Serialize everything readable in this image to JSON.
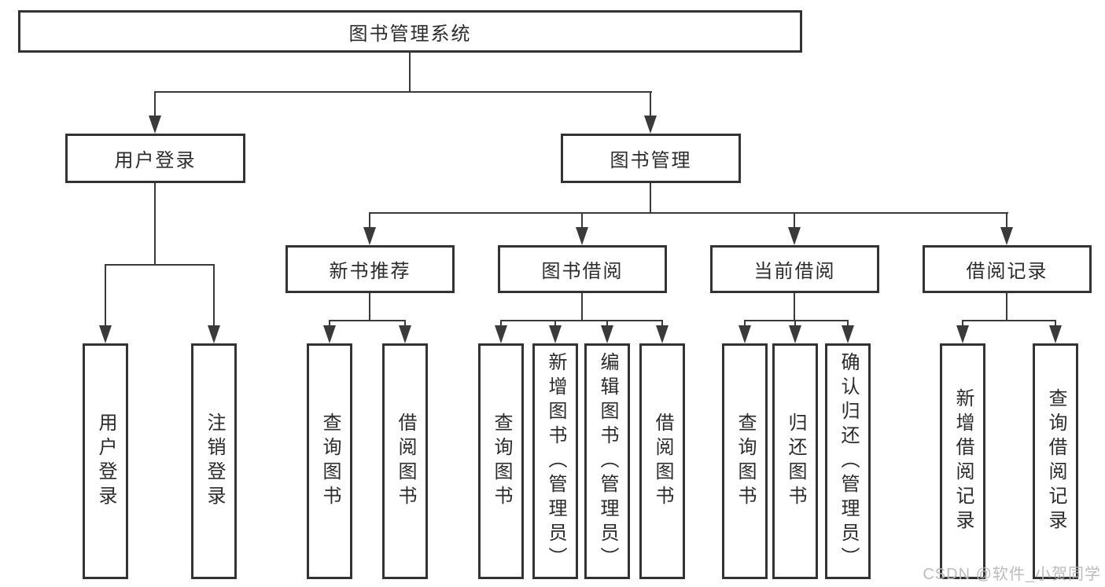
{
  "root": {
    "label": "图书管理系统"
  },
  "level2": [
    {
      "id": "user-login",
      "label": "用户登录"
    },
    {
      "id": "book-management",
      "label": "图书管理"
    }
  ],
  "level3": [
    {
      "id": "new-book-recommend",
      "label": "新书推荐",
      "parent": "book-management"
    },
    {
      "id": "book-borrow",
      "label": "图书借阅",
      "parent": "book-management"
    },
    {
      "id": "current-borrow",
      "label": "当前借阅",
      "parent": "book-management"
    },
    {
      "id": "borrow-records",
      "label": "借阅记录",
      "parent": "book-management"
    }
  ],
  "leaves": [
    {
      "parent": "user-login",
      "label": "用户登录"
    },
    {
      "parent": "user-login",
      "label": "注销登录"
    },
    {
      "parent": "new-book-recommend",
      "label": "查询图书"
    },
    {
      "parent": "new-book-recommend",
      "label": "借阅图书"
    },
    {
      "parent": "book-borrow",
      "label": "查询图书"
    },
    {
      "parent": "book-borrow",
      "label": "新增图书（管理员）"
    },
    {
      "parent": "book-borrow",
      "label": "编辑图书（管理员）"
    },
    {
      "parent": "book-borrow",
      "label": "借阅图书"
    },
    {
      "parent": "current-borrow",
      "label": "查询图书"
    },
    {
      "parent": "current-borrow",
      "label": "归还图书"
    },
    {
      "parent": "current-borrow",
      "label": "确认归还（管理员）"
    },
    {
      "parent": "borrow-records",
      "label": "新增借阅记录"
    },
    {
      "parent": "borrow-records",
      "label": "查询借阅记录"
    }
  ],
  "watermark": "CSDN @软件_小贺同学",
  "colors": {
    "line": "#3a3a3a",
    "box_border": "#333333",
    "box_fill": "#ffffff",
    "text": "#2b2b2b",
    "watermark": "#b8b8b8",
    "background": "#ffffff"
  }
}
